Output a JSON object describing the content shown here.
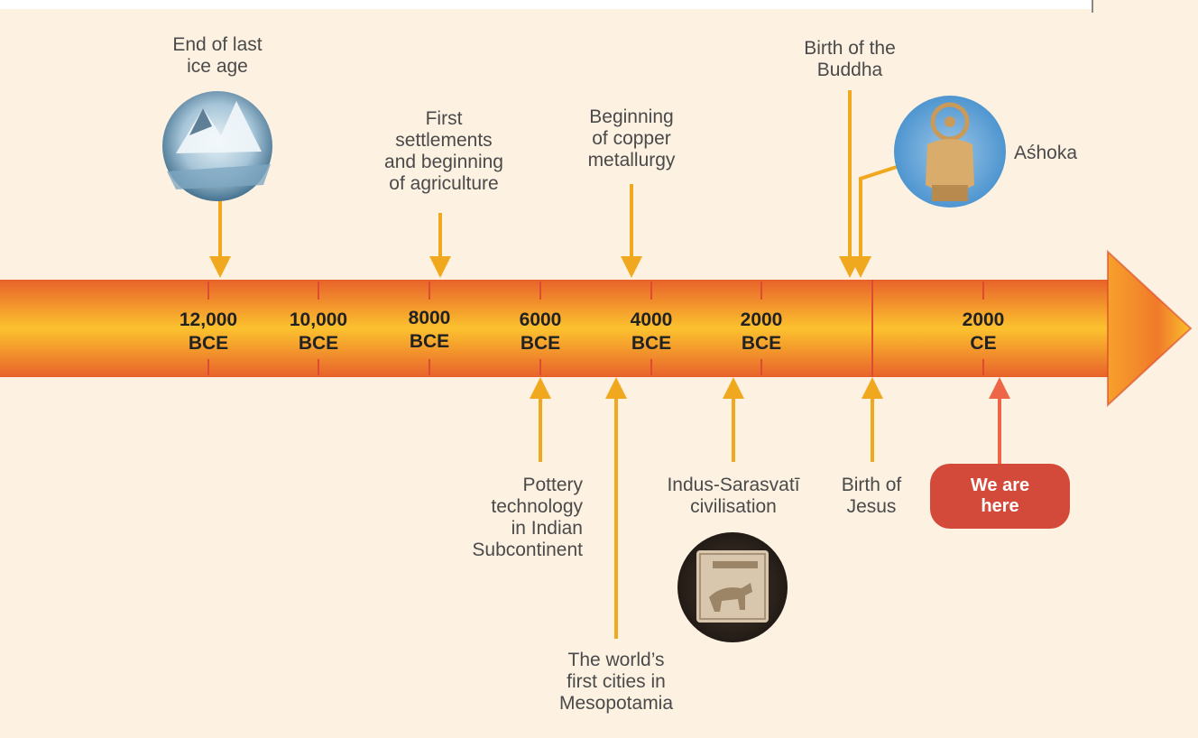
{
  "ticks": [
    {
      "lines": [
        "12,000",
        "BCE"
      ]
    },
    {
      "lines": [
        "10,000",
        "BCE"
      ]
    },
    {
      "lines": [
        "8000",
        "BCE"
      ]
    },
    {
      "lines": [
        "6000",
        "BCE"
      ]
    },
    {
      "lines": [
        "4000",
        "BCE"
      ]
    },
    {
      "lines": [
        "2000",
        "BCE"
      ]
    },
    {
      "lines": [
        "2000",
        "CE"
      ]
    }
  ],
  "events_above": [
    {
      "id": "ice-age",
      "lines": [
        "End of last",
        "ice age"
      ]
    },
    {
      "id": "settlements",
      "lines": [
        "First",
        "settlements",
        "and beginning",
        "of agriculture"
      ]
    },
    {
      "id": "copper",
      "lines": [
        "Beginning",
        "of copper",
        "metallurgy"
      ]
    },
    {
      "id": "buddha",
      "lines": [
        "Birth of the",
        "Buddha"
      ]
    },
    {
      "id": "ashoka",
      "lines": [
        "Aśhoka"
      ]
    }
  ],
  "events_below": [
    {
      "id": "pottery",
      "lines": [
        "Pottery",
        "technology",
        "in Indian",
        "Subcontinent"
      ]
    },
    {
      "id": "cities",
      "lines": [
        "The world’s",
        "first cities in",
        "Mesopotamia"
      ]
    },
    {
      "id": "indus",
      "lines": [
        "Indus-Sarasvatī",
        "civilisation"
      ]
    },
    {
      "id": "jesus",
      "lines": [
        "Birth of",
        "Jesus"
      ]
    }
  ],
  "we_are_here": [
    "We are",
    "here"
  ],
  "colors": {
    "arrow_dark": "#e8622a",
    "arrow_light": "#fcc22e",
    "event_arrow": "#f0a81e",
    "here_arrow": "#ee6648",
    "pill": "#d44a3a",
    "tick": "#de4a32"
  },
  "icons": [
    "ice-landscape-image",
    "ashoka-lion-capital-image",
    "indus-seal-image"
  ]
}
